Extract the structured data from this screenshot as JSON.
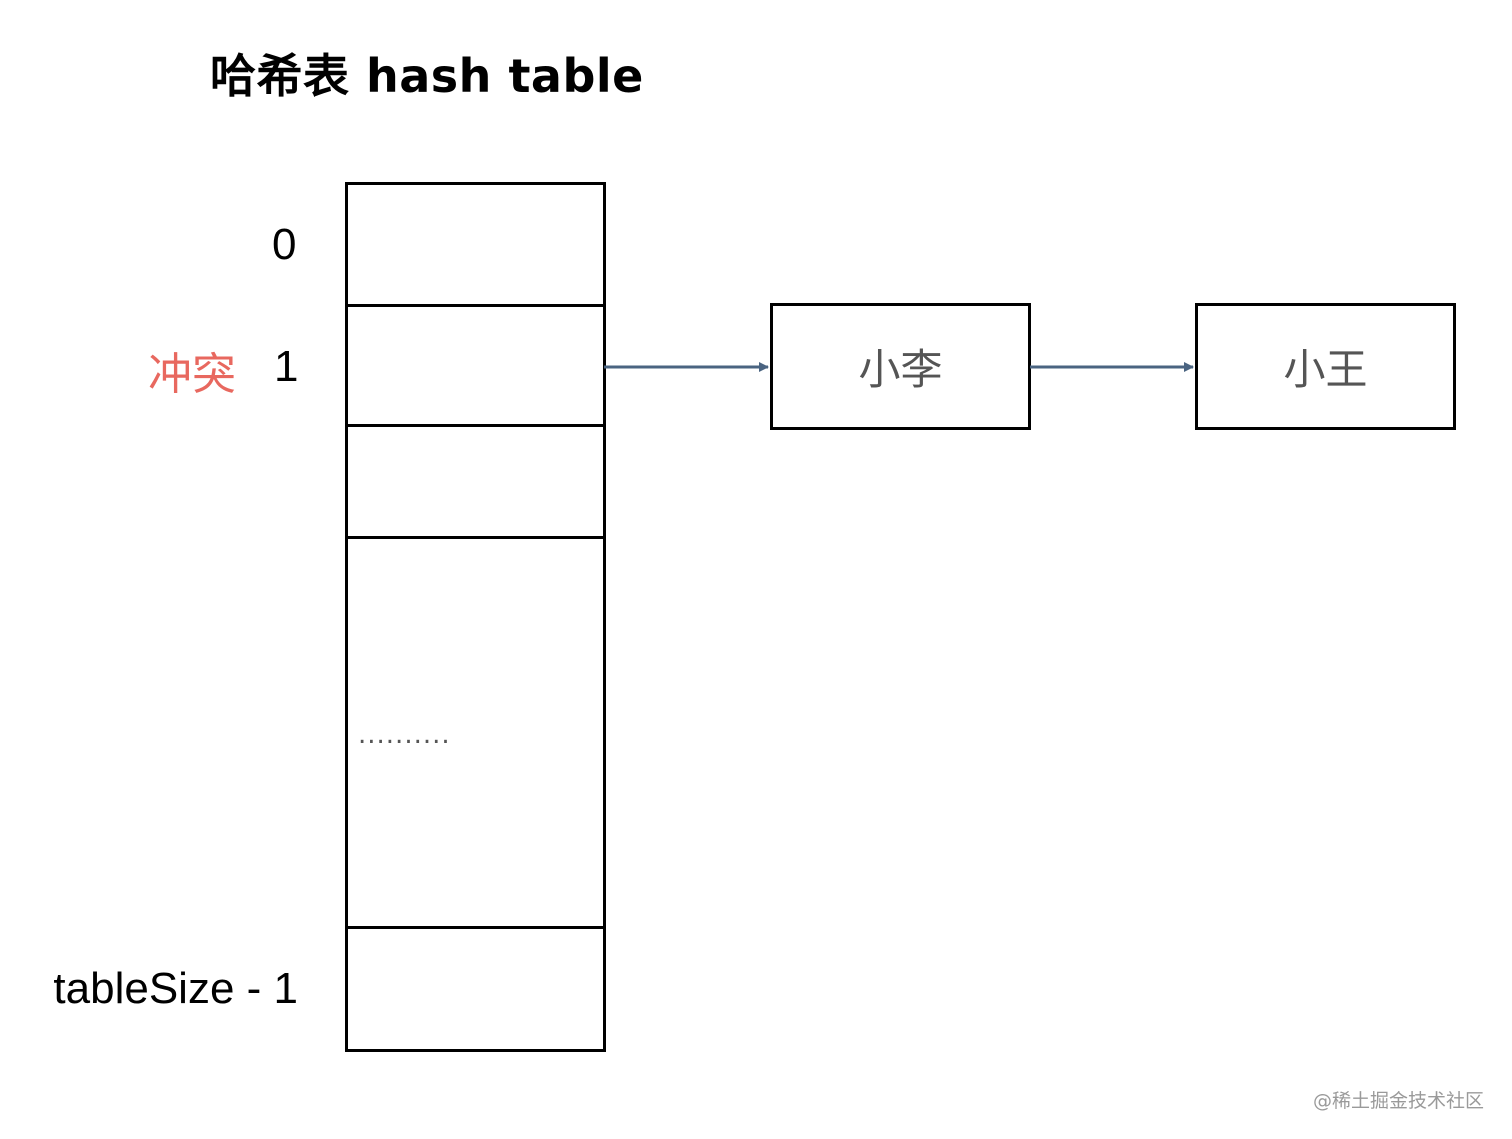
{
  "title": "哈希表 hash table",
  "indices": {
    "first": "0",
    "second": "1",
    "last": "tableSize - 1"
  },
  "conflict_label": "冲突",
  "ellipsis": "..........",
  "nodes": [
    {
      "label": "小李"
    },
    {
      "label": "小王"
    }
  ],
  "colors": {
    "conflict": "#e8685f",
    "arrow": "#4a6481",
    "border": "#000000",
    "node_text": "#555555"
  },
  "watermark": "@稀土掘金技术社区"
}
